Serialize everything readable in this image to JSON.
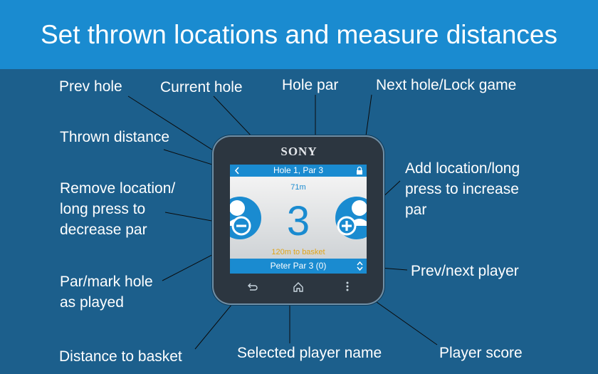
{
  "header": {
    "title": "Set thrown locations and measure distances"
  },
  "labels": {
    "prev_hole": "Prev hole",
    "current_hole": "Current hole",
    "hole_par": "Hole par",
    "next_hole_lock": "Next hole/Lock game",
    "thrown_distance": "Thrown distance",
    "remove_location_1": "Remove location/",
    "remove_location_2": "long press to",
    "remove_location_3": "decrease par",
    "add_location_1": "Add location/long",
    "add_location_2": "press to increase",
    "add_location_3": "par",
    "par_mark_1": "Par/mark hole",
    "par_mark_2": "as played",
    "prev_next_player": "Prev/next player",
    "distance_to_basket": "Distance to basket",
    "selected_player_name": "Selected player name",
    "player_score": "Player score"
  },
  "device": {
    "brand": "SONY",
    "hole_title": "Hole 1, Par 3",
    "thrown_distance": "71m",
    "par_value": "3",
    "distance_to_basket": "120m to basket",
    "player_line": "Peter Par 3 (0)",
    "icons": [
      "chevron-left-icon",
      "lock-icon",
      "remove-location-icon",
      "add-location-icon",
      "up-down-arrows-icon",
      "back-icon",
      "home-icon",
      "menu-icon"
    ]
  },
  "colors": {
    "background": "#1c5f8c",
    "header": "#1a8bd0",
    "accent": "#1a8bd0",
    "basket_text": "#e0a419",
    "device_body": "#2c3640"
  }
}
